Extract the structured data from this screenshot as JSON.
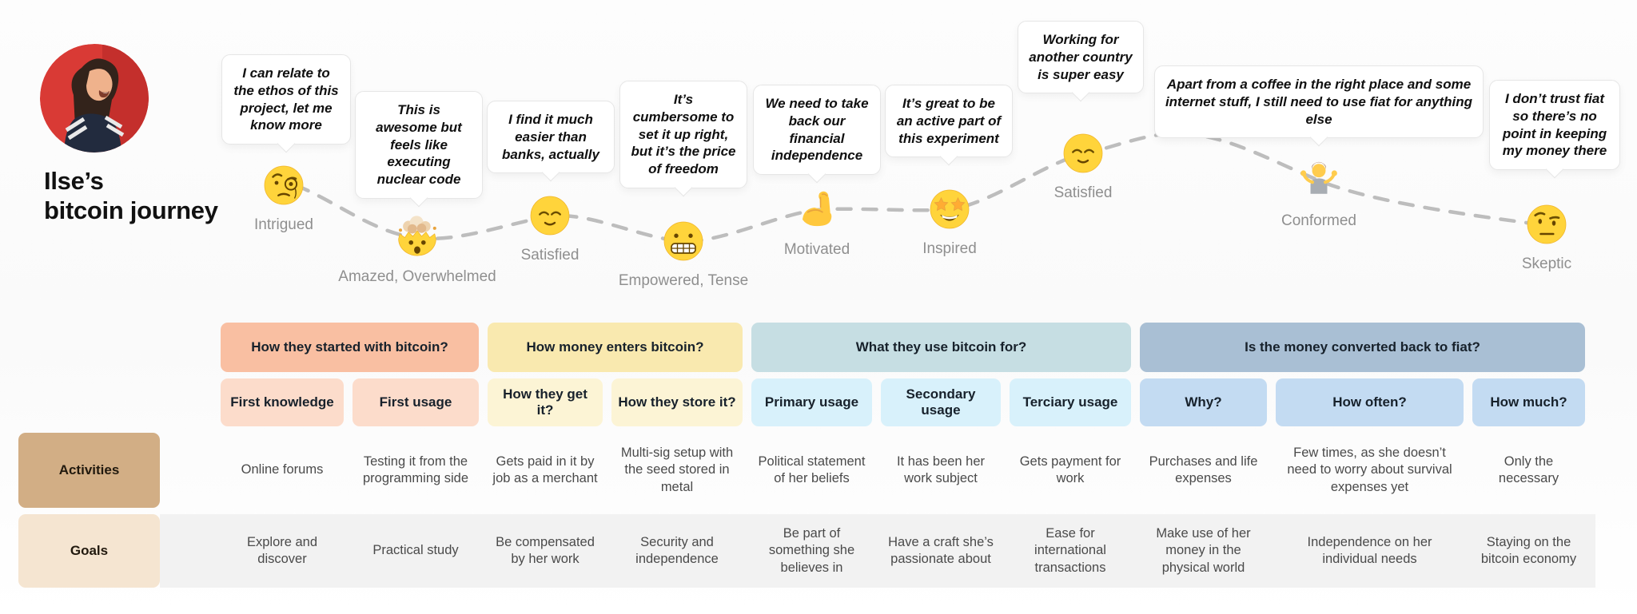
{
  "persona": {
    "title_line1": "Ilse’s",
    "title_line2": "bitcoin journey"
  },
  "journey": {
    "points": [
      {
        "icon": "face-with-monocle",
        "quote": "I can relate to the ethos of this project, let me know more",
        "emotion": "Intrigued"
      },
      {
        "icon": "exploding-head",
        "quote": "This is awesome but feels like executing nuclear code",
        "emotion": "Amazed, Overwhelmed"
      },
      {
        "icon": "relieved-face",
        "quote": "I find it much easier than banks, actually",
        "emotion": "Satisfied"
      },
      {
        "icon": "grimacing-face",
        "quote": "It’s cumbersome to set it up right, but it’s the price of freedom",
        "emotion": "Empowered, Tense"
      },
      {
        "icon": "flexed-biceps",
        "quote": "We need to take back our financial independence",
        "emotion": "Motivated"
      },
      {
        "icon": "star-struck-face",
        "quote": "It’s great to be an active part of this experiment",
        "emotion": "Inspired"
      },
      {
        "icon": "relieved-face",
        "quote": "Working for another country is super easy",
        "emotion": "Satisfied"
      },
      {
        "icon": "person-shrugging",
        "quote": "Apart from a coffee in the right place and some internet stuff, I still need to use fiat for anything else",
        "emotion": "Conformed"
      },
      {
        "icon": "face-raised-eyebrow",
        "quote": "I don’t trust fiat so there’s no point in keeping my money there",
        "emotion": "Skeptic"
      }
    ]
  },
  "table": {
    "phases": [
      {
        "label": "How they started with bitcoin?",
        "color": "#f9bfa2",
        "sub_color": "#fcdccb"
      },
      {
        "label": "How money enters bitcoin?",
        "color": "#f9e9af",
        "sub_color": "#fcf4d5"
      },
      {
        "label": "What they use bitcoin for?",
        "color": "#c6dee3",
        "sub_color": "#d8f1fb"
      },
      {
        "label": "Is the money converted back to fiat?",
        "color": "#a9bfd4",
        "sub_color": "#c3dbf2"
      }
    ],
    "columns": [
      "First knowledge",
      "First usage",
      "How they get it?",
      "How they store it?",
      "Primary usage",
      "Secondary usage",
      "Terciary usage",
      "Why?",
      "How often?",
      "How much?"
    ],
    "activities_label": "Activities",
    "goals_label": "Goals",
    "activities": [
      "Online forums",
      "Testing it from the programming side",
      "Gets paid in it by job as a merchant",
      "Multi-sig setup with the seed stored in metal",
      "Political statement of her beliefs",
      "It has been her work subject",
      "Gets payment for work",
      "Purchases and life expenses",
      "Few times, as she doesn’t need to worry about survival expenses yet",
      "Only the necessary"
    ],
    "goals": [
      "Explore and discover",
      "Practical study",
      "Be compensated by her work",
      "Security and independence",
      "Be part of something she believes in",
      "Have a craft she’s passionate about",
      "Ease for international transactions",
      "Make use of her money in the physical world",
      "Independence on her individual needs",
      "Staying on the bitcoin economy"
    ]
  },
  "colors": {
    "activities_row_label_bg": "#d2ae85",
    "goals_row_label_bg": "#f5e5d1",
    "goals_band_bg": "#f2f2f2",
    "dashed_line": "#bdbdbd",
    "emoji_face": "#ffd43b",
    "avatar_background_red": "#d93a35"
  }
}
